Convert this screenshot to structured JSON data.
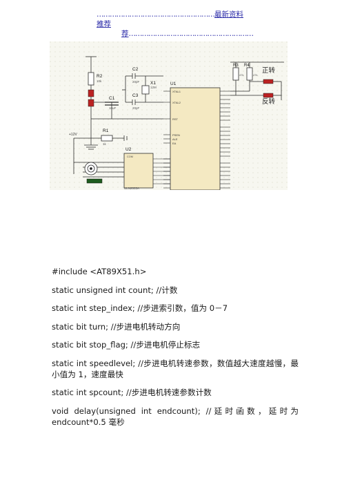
{
  "header": {
    "link_text": "最新资料推荐",
    "link_tail": "荐"
  },
  "schematic": {
    "labels": {
      "r2": "R2",
      "r2_val": "10k",
      "c1": "C1",
      "c1_val": "10uF",
      "c2": "C2",
      "c2_val": "20pF",
      "c3": "C3",
      "c3_val": "20pF",
      "x1": "X1",
      "x1_val": "12M",
      "r1": "R1",
      "r1_val": "1k",
      "u1": "U1",
      "u2": "U2",
      "u2_part": "ULN2003A",
      "r3": "R3",
      "r3_val": "47k",
      "r4": "R4",
      "r4_val": "47k",
      "forward": "正转",
      "reverse": "反转",
      "vcc": "+12V",
      "xtal1": "XTAL1",
      "xtal2": "XTAL2",
      "rst": "RST",
      "psen": "PSEN",
      "ale": "ALE",
      "ea": "EA",
      "com": "COM"
    }
  },
  "code_lines": [
    "#include <AT89X51.h>",
    "static unsigned int count;    //计数",
    "static int step_index;    //步进索引数，值为 0－7",
    "static bit turn;    //步进电机转动方向",
    "static bit stop_flag;    //步进电机停止标志",
    "static int speedlevel; //步进电机转速参数，数值越大速度越慢，最小值为 1，速度最快",
    "static int spcount;        //步进电机转速参数计数",
    "void delay(unsigned int endcount);    //延时函数，延时为 endcount*0.5 毫秒"
  ]
}
